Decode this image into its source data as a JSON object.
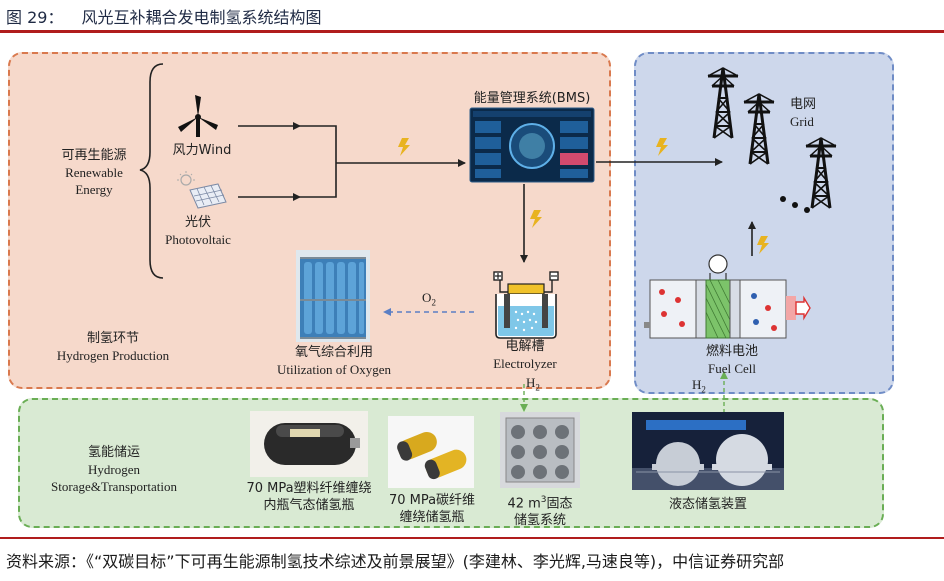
{
  "figure": {
    "number": "图 29：",
    "title": "风光互补耦合发电制氢系统结构图"
  },
  "renewable": {
    "zh": "可再生能源",
    "en1": "Renewable",
    "en2": "Energy"
  },
  "wind": {
    "label": "风力Wind"
  },
  "pv": {
    "zh": "光伏",
    "en": "Photovoltaic"
  },
  "bms": {
    "label": "能量管理系统(BMS)"
  },
  "grid": {
    "zh": "电网",
    "en": "Grid"
  },
  "oxygen": {
    "formula": "O",
    "sub": "2",
    "zh": "氧气综合利用",
    "en": "Utilization of Oxygen"
  },
  "electrolyzer": {
    "zh": "电解槽",
    "en": "Electrolyzer"
  },
  "production": {
    "zh": "制氢环节",
    "en": "Hydrogen Production"
  },
  "fuel_cell": {
    "zh": "燃料电池",
    "en": "Fuel Cell"
  },
  "h2_left": {
    "formula": "H",
    "sub": "2"
  },
  "h2_right": {
    "formula": "H",
    "sub": "2"
  },
  "storage": {
    "zh": "氢能储运",
    "en1": "Hydrogen",
    "en2": "Storage&Transportation"
  },
  "tanks": {
    "plastic": {
      "line1": "70 MPa塑料纤维缠绕",
      "line2": "内瓶气态储氢瓶"
    },
    "carbon": {
      "line1": "70 MPa碳纤维",
      "line2": "缠绕储氢瓶"
    },
    "solid": {
      "pre": "42 m",
      "sup": "3",
      "post": "固态",
      "line2": "储氢系统"
    },
    "liquid": {
      "label": "液态储氢装置"
    }
  },
  "source": "资料来源：《“双碳目标”下可再生能源制氢技术综述及前景展望》(李建林、李光辉,马速良等)，中信证券研究部",
  "colors": {
    "accent_red": "#b01d1d",
    "production_bg": "#f6d9cb",
    "production_border": "#d9794e",
    "grid_bg": "#cdd7eb",
    "grid_border": "#6f8cc6",
    "storage_bg": "#d9ead3",
    "storage_border": "#6aae55",
    "lightning": "#e8b320",
    "oxygen_arrow": "#5b7fc4",
    "h2_arrow": "#6aae55"
  }
}
